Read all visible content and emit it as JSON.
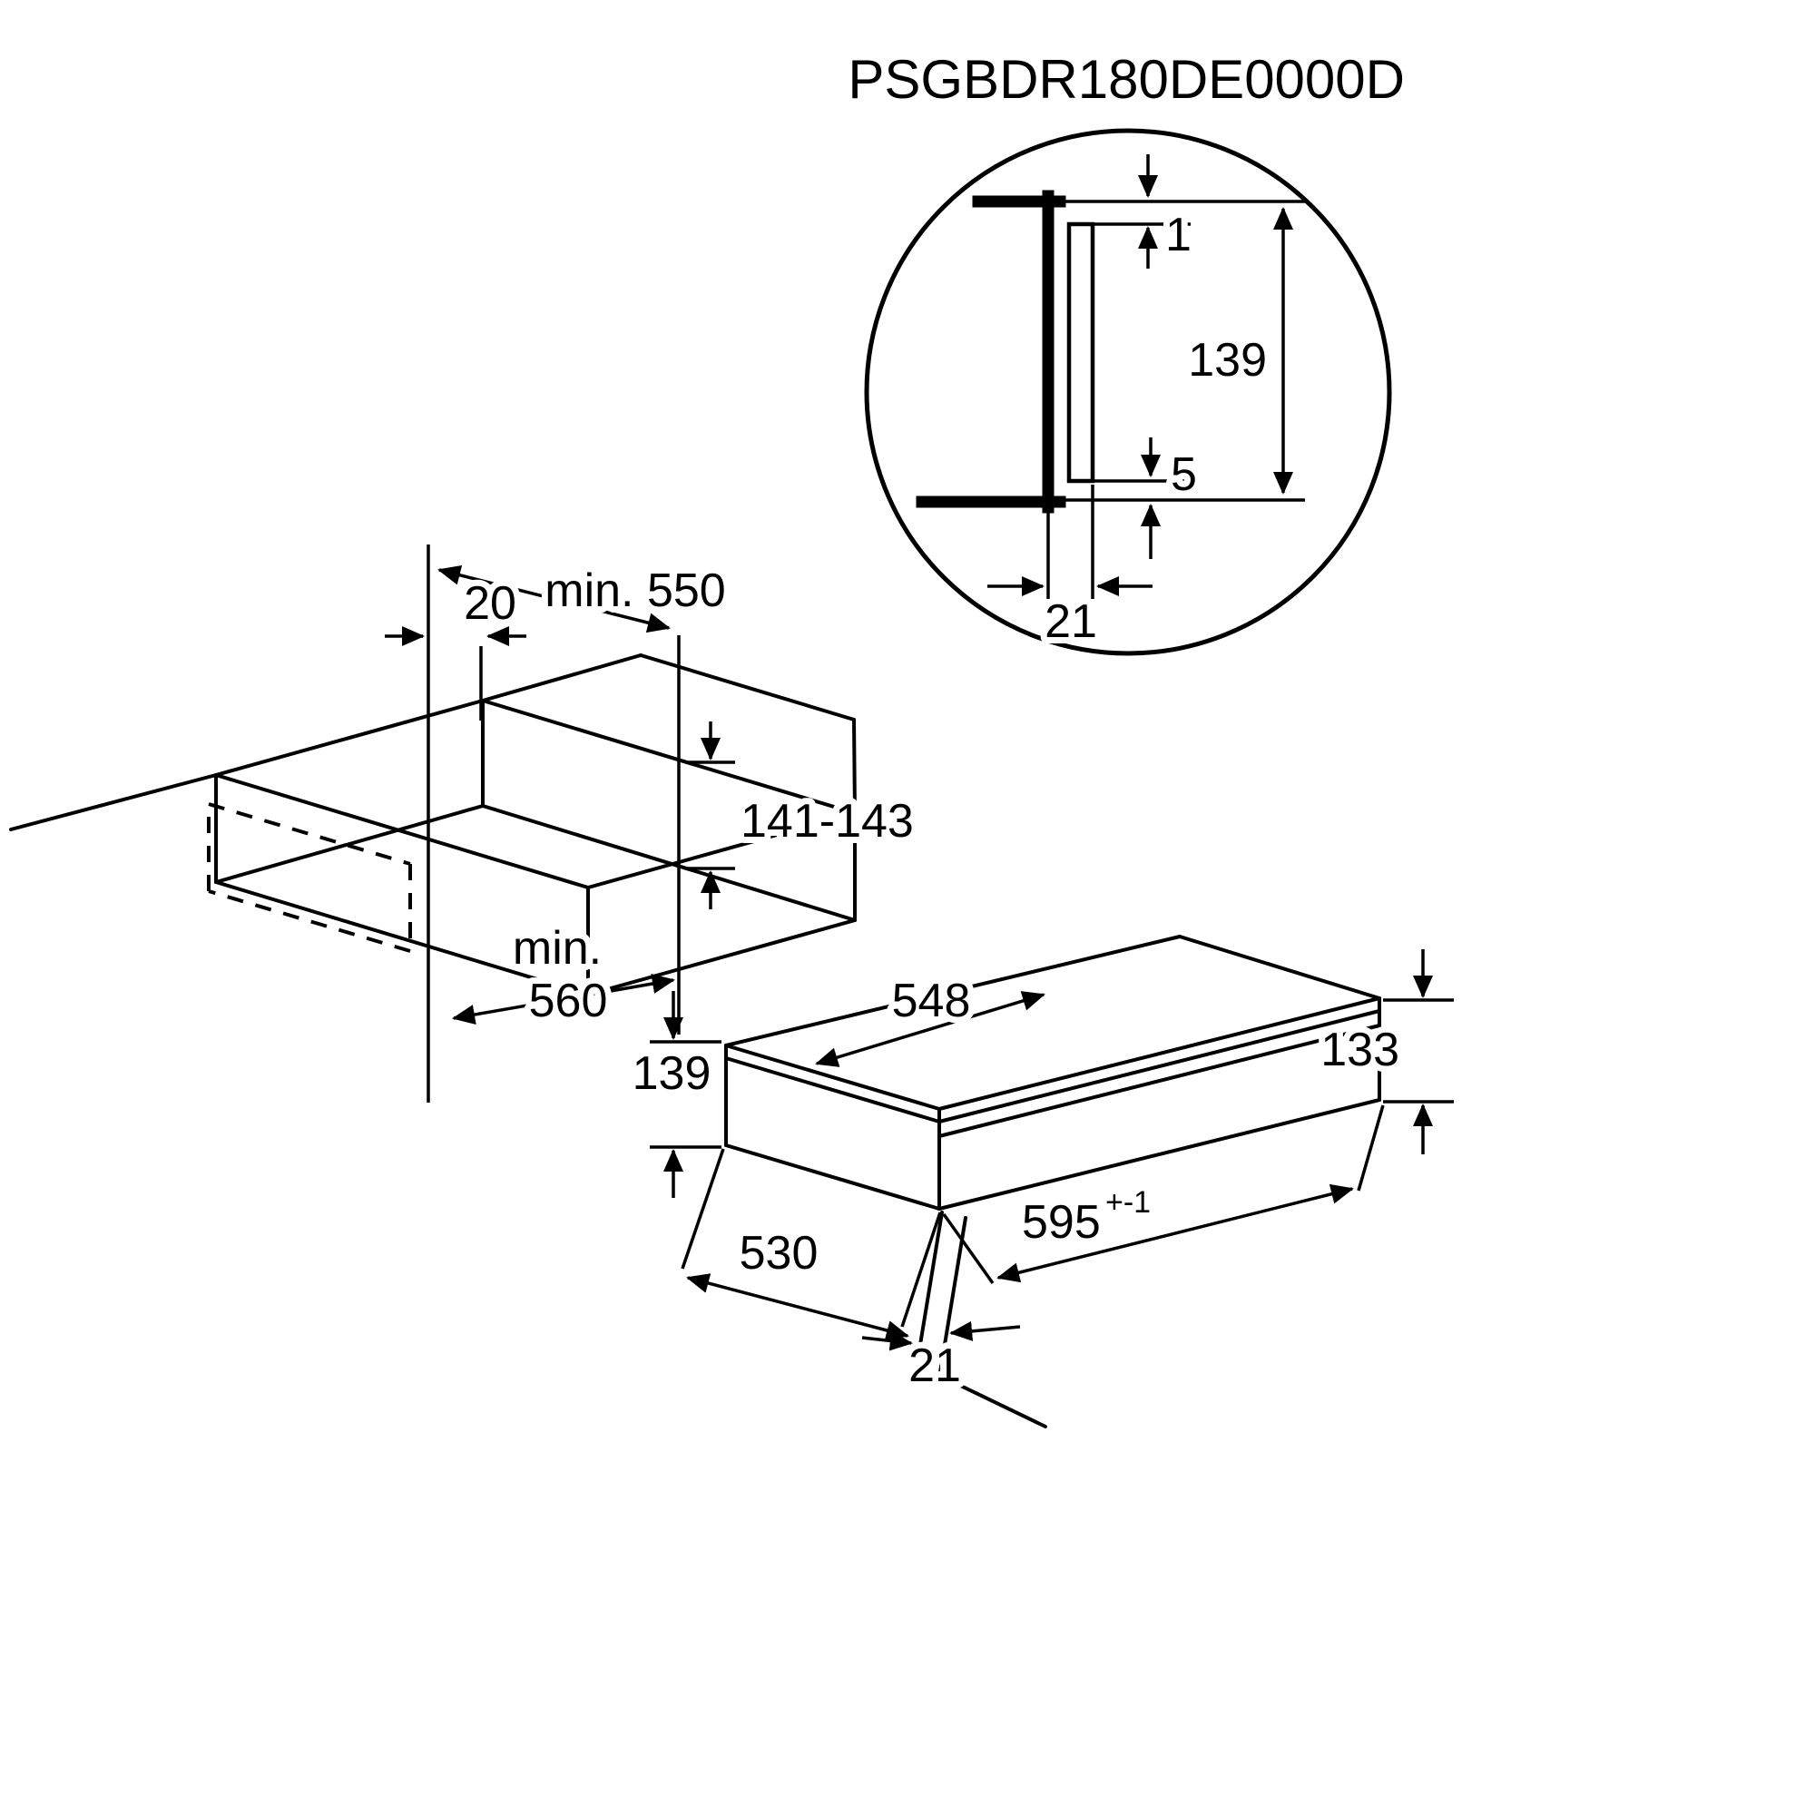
{
  "title": "PSGBDR180DE0000D",
  "detail_circle": {
    "dims": {
      "top_gap": "1",
      "height": "139",
      "bottom_gap": "5",
      "depth": "21"
    }
  },
  "cutout_view": {
    "dims": {
      "depth_min": "min. 550",
      "front_offset": "20",
      "niche_height": "141-143",
      "width_min_line1": "min.",
      "width_min_line2": "560"
    }
  },
  "drawer_view": {
    "dims": {
      "top_width": "548",
      "total_height": "139",
      "front_height": "133",
      "front_width_main": "595",
      "front_width_tol": "+-1",
      "body_depth": "530",
      "front_gap": "21"
    }
  }
}
